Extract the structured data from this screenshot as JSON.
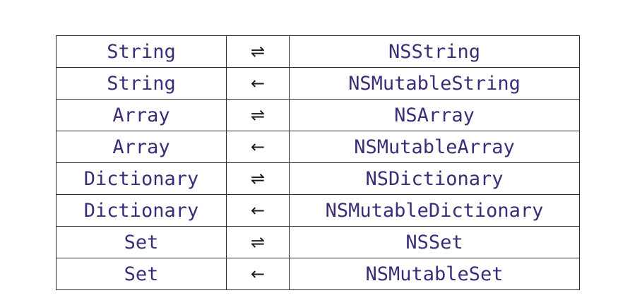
{
  "rows": [
    {
      "swift": "String",
      "arrow": "⇌",
      "arrow_icon": "bidirectional-arrows-icon",
      "objc": "NSString"
    },
    {
      "swift": "String",
      "arrow": "←",
      "arrow_icon": "left-arrow-icon",
      "objc": "NSMutableString"
    },
    {
      "swift": "Array",
      "arrow": "⇌",
      "arrow_icon": "bidirectional-arrows-icon",
      "objc": "NSArray"
    },
    {
      "swift": "Array",
      "arrow": "←",
      "arrow_icon": "left-arrow-icon",
      "objc": "NSMutableArray"
    },
    {
      "swift": "Dictionary",
      "arrow": "⇌",
      "arrow_icon": "bidirectional-arrows-icon",
      "objc": "NSDictionary"
    },
    {
      "swift": "Dictionary",
      "arrow": "←",
      "arrow_icon": "left-arrow-icon",
      "objc": "NSMutableDictionary"
    },
    {
      "swift": "Set",
      "arrow": "⇌",
      "arrow_icon": "bidirectional-arrows-icon",
      "objc": "NSSet"
    },
    {
      "swift": "Set",
      "arrow": "←",
      "arrow_icon": "left-arrow-icon",
      "objc": "NSMutableSet"
    }
  ],
  "colors": {
    "type_text": "#3d2b7a",
    "arrow": "#1a1a1a",
    "border": "#2b2b2b",
    "background": "#ffffff"
  }
}
